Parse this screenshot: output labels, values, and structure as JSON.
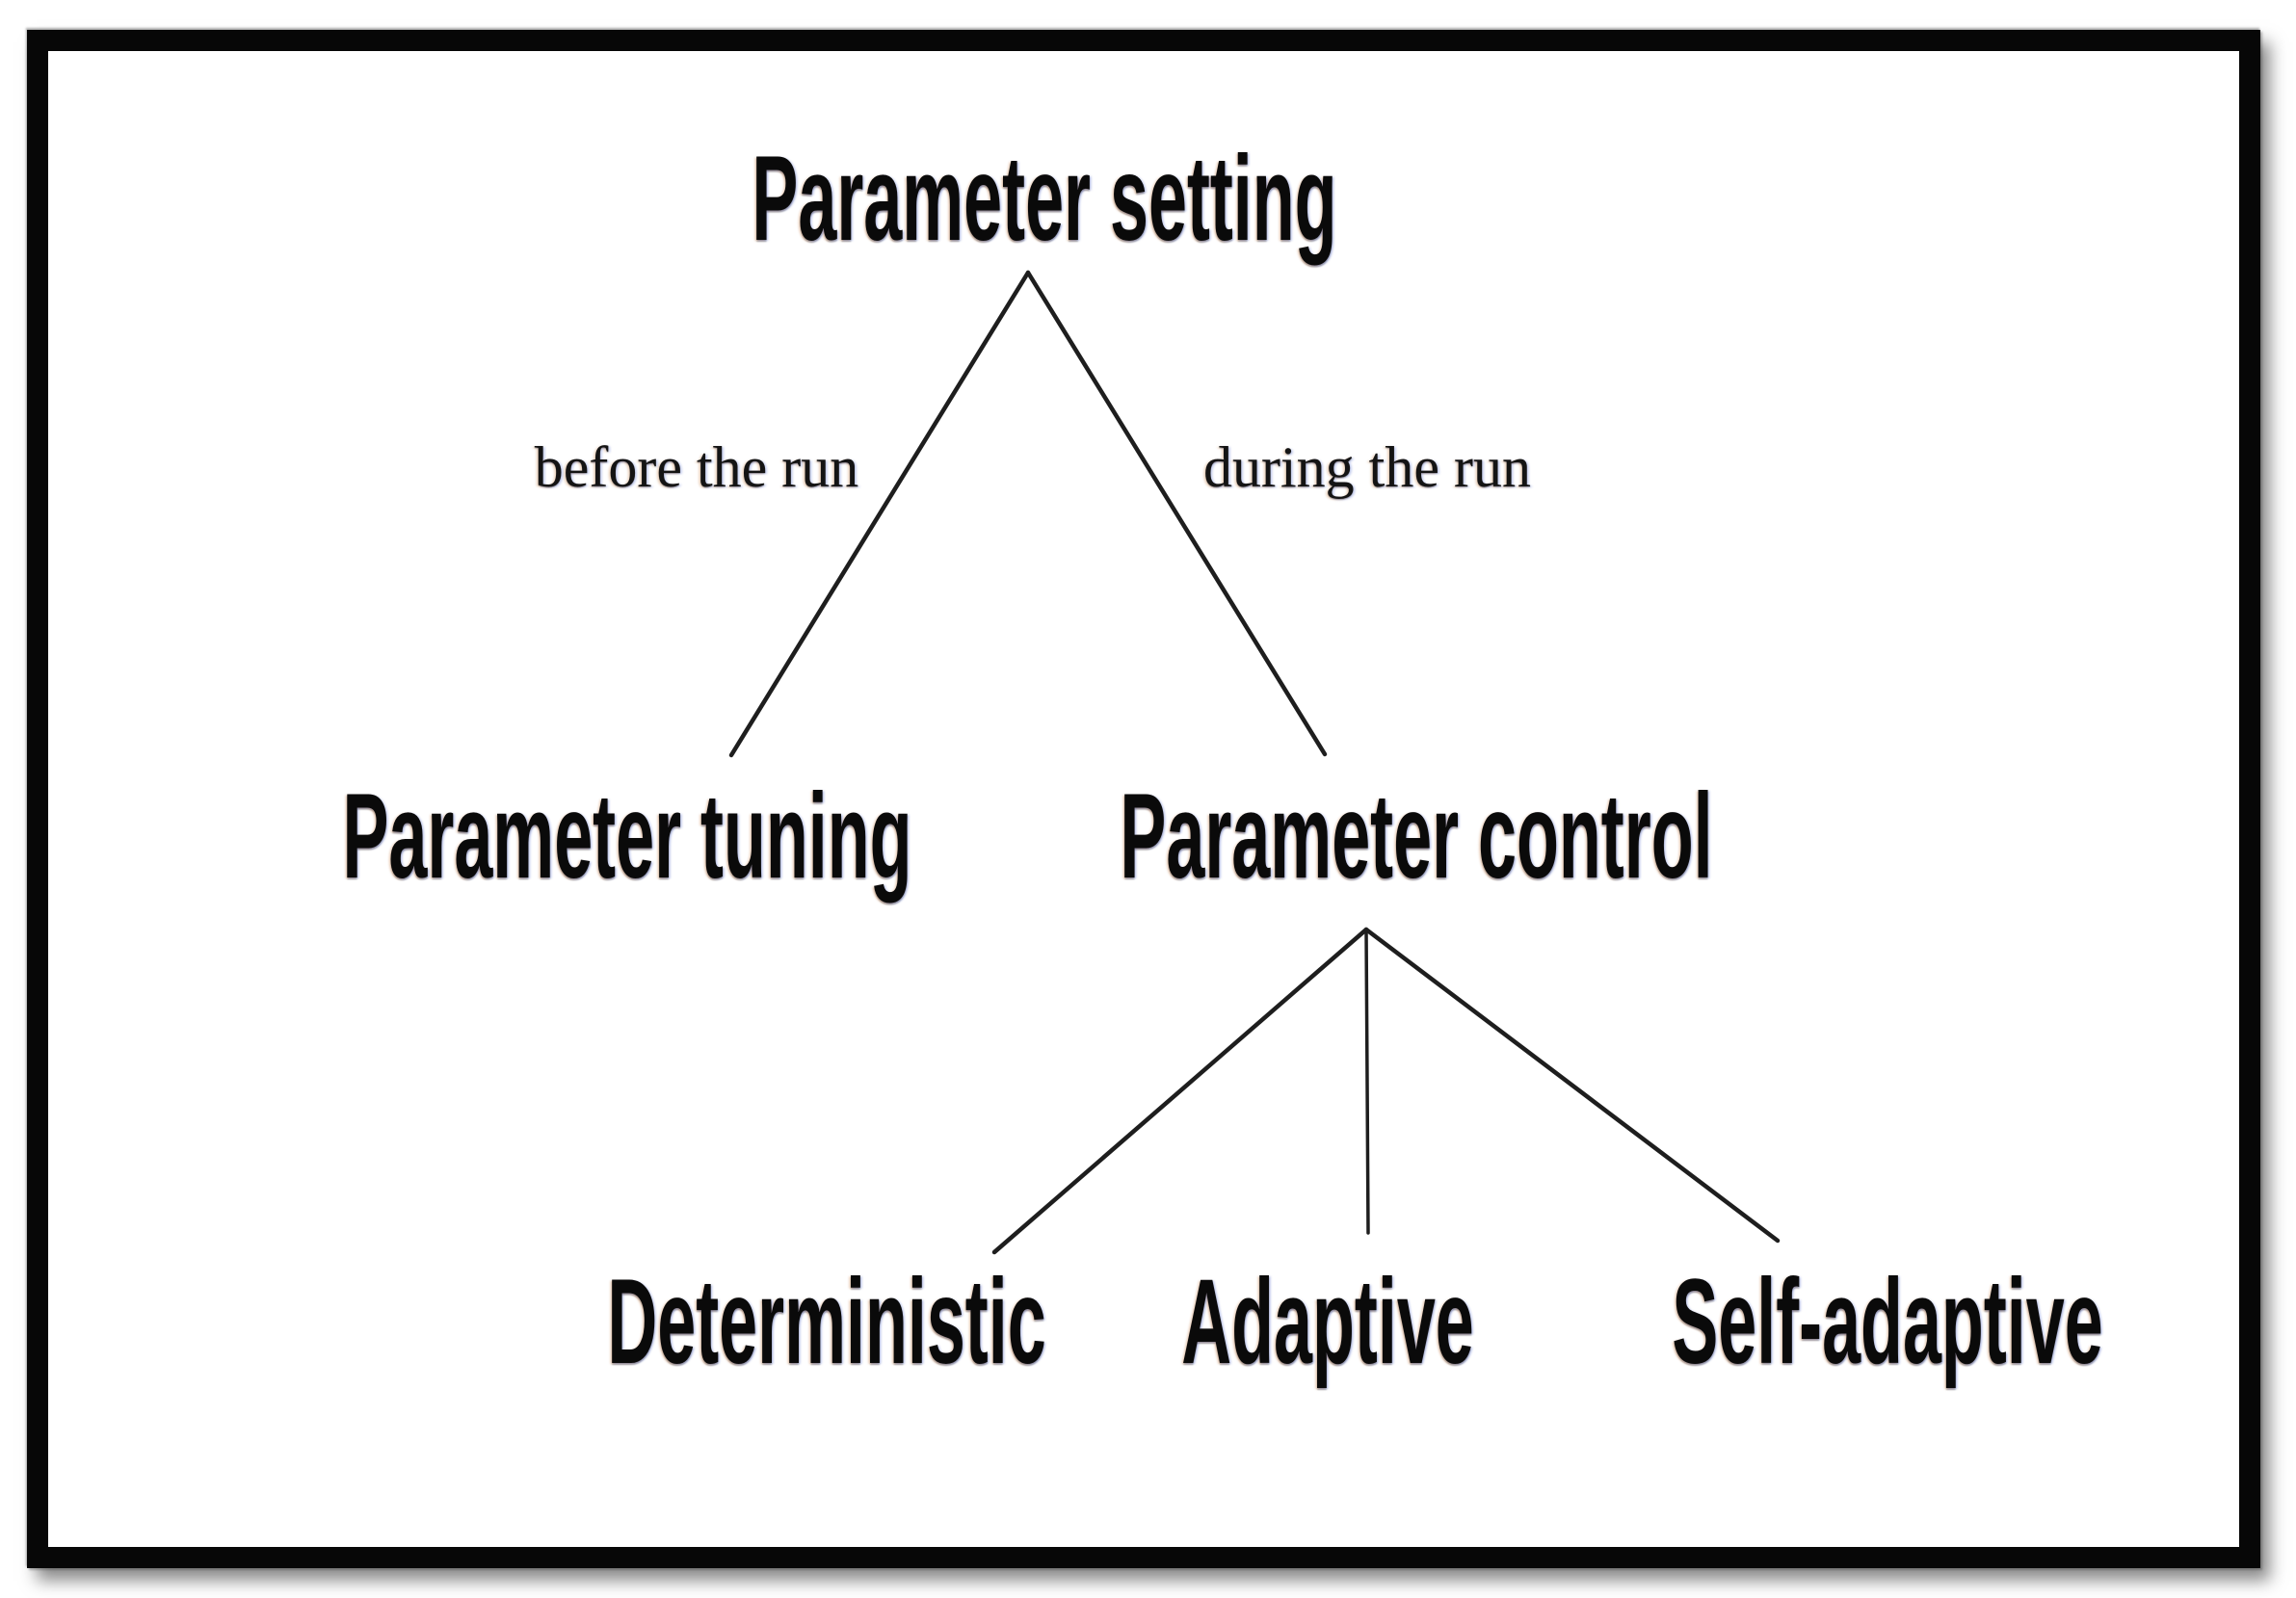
{
  "diagram": {
    "description": "Taxonomy tree of parameter setting in evolutionary algorithms",
    "colors": {
      "background": "#ffffff",
      "frame_border": "#070707",
      "line": "#1e1e1e",
      "node_text": "#0a0a0a",
      "edge_label_text": "#141414"
    }
  },
  "tree": {
    "root": {
      "label": "Parameter setting"
    },
    "branches": [
      {
        "edge_label": "before the run",
        "child": {
          "label": "Parameter tuning",
          "children": []
        }
      },
      {
        "edge_label": "during the run",
        "child": {
          "label": "Parameter control",
          "children": [
            {
              "label": "Deterministic"
            },
            {
              "label": "Adaptive"
            },
            {
              "label": "Self-adaptive"
            }
          ]
        }
      }
    ]
  }
}
